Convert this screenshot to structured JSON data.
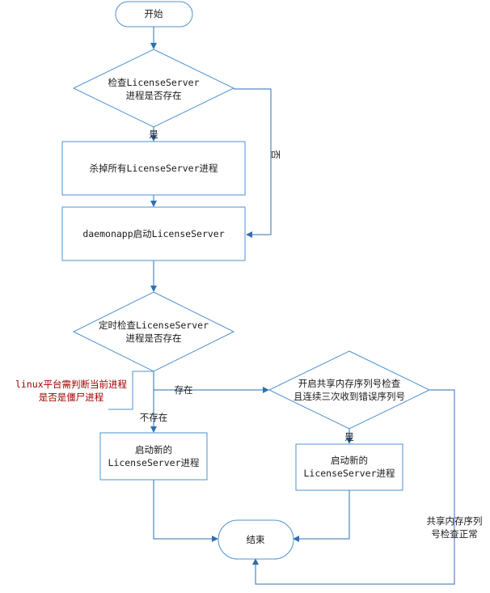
{
  "nodes": {
    "start": "开始",
    "check1_line1": "检查LicenseServer",
    "check1_line2": "进程是否存在",
    "kill": "杀掉所有LicenseServer进程",
    "daemon_start": "daemonapp启动LicenseServer",
    "check2_line1": "定时检查LicenseServer",
    "check2_line2": "进程是否存在",
    "shm_line1": "开启共享内存序列号检查",
    "shm_line2": "且连续三次收到错误序列号",
    "new1_line1": "启动新的",
    "new1_line2": "LicenseServer进程",
    "new2_line1": "启动新的",
    "new2_line2": "LicenseServer进程",
    "end": "结束"
  },
  "labels": {
    "yes1": "是",
    "no1": "否",
    "exists": "存在",
    "not_exists": "不存在",
    "yes2": "是",
    "shm_ok_line1": "共享内存序列",
    "shm_ok_line2": "号检查正常"
  },
  "annotation": {
    "line1": "linux平台需判断当前进程",
    "line2": "是否是僵尸进程"
  },
  "colors": {
    "shape_stroke": "#4f92d0",
    "connector": "#2f6fb0",
    "note_text": "#a00000"
  }
}
